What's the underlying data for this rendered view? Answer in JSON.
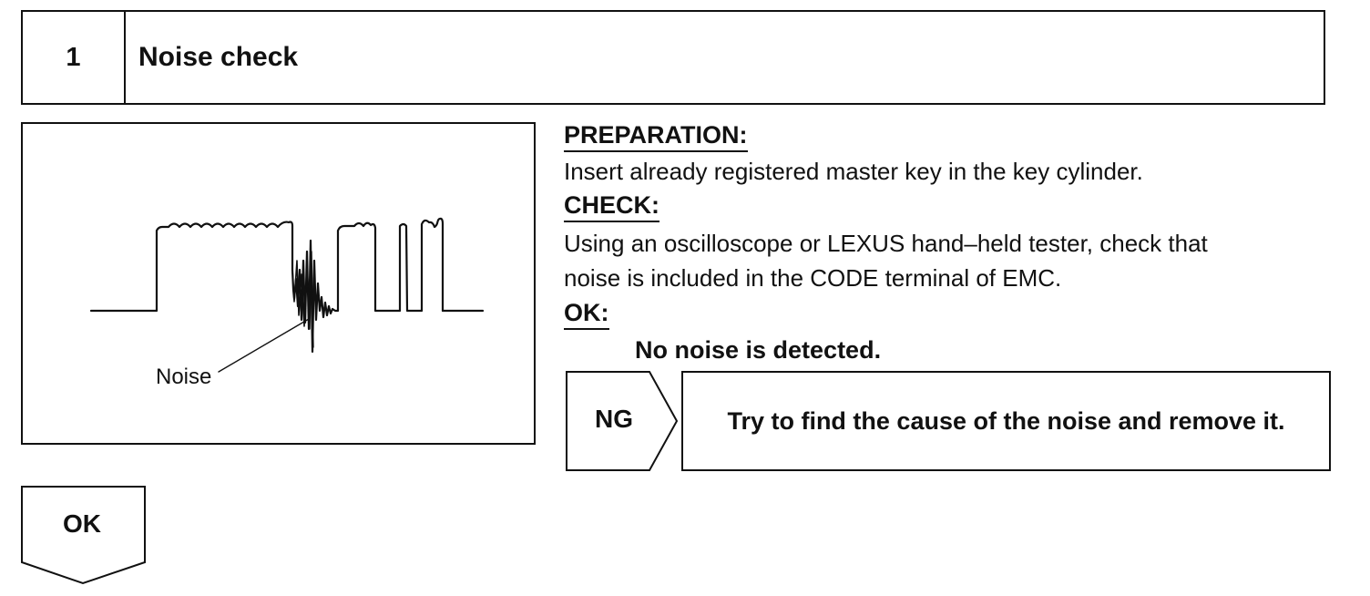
{
  "step": {
    "number": "1",
    "title": "Noise check"
  },
  "figure": {
    "noise_label": "Noise"
  },
  "preparation": {
    "heading": "PREPARATION:",
    "text": "Insert already registered master key in the key cylinder."
  },
  "check": {
    "heading": "CHECK:",
    "line1": "Using an oscilloscope or LEXUS hand–held tester, check that",
    "line2": "noise is included in the CODE terminal of EMC."
  },
  "ok": {
    "heading": "OK:",
    "result": "No noise is detected."
  },
  "ng": {
    "label": "NG",
    "action": "Try to find the cause of the noise and remove it."
  },
  "ok_arrow": {
    "label": "OK"
  }
}
